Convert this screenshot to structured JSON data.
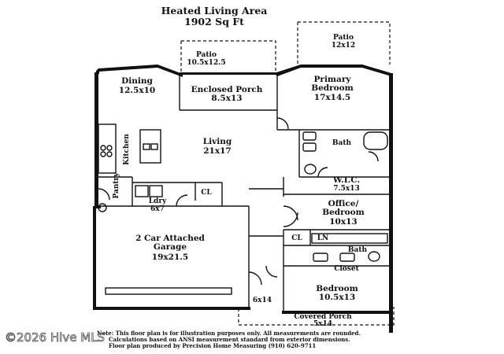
{
  "header": {
    "line1": "Heated Living Area",
    "line2": "1902 Sq Ft"
  },
  "rooms": {
    "patio_left": {
      "name": "Patio",
      "dim": "10.5x12.5"
    },
    "patio_right": {
      "name": "Patio",
      "dim": "12x12"
    },
    "dining": {
      "name": "Dining",
      "dim": "12.5x10"
    },
    "enclosed_porch": {
      "name": "Enclosed Porch",
      "dim": "8.5x13"
    },
    "primary_bedroom": {
      "name1": "Primary",
      "name2": "Bedroom",
      "dim": "17x14.5"
    },
    "living": {
      "name": "Living",
      "dim": "21x17"
    },
    "kitchen": {
      "name": "Kitchen"
    },
    "pantry": {
      "name": "Pantry"
    },
    "bath_primary": {
      "name": "Bath"
    },
    "wic": {
      "name": "W.I.C.",
      "dim": "7.5x13"
    },
    "laundry": {
      "name": "Ldry",
      "dim": "6x7"
    },
    "closet_laundry": {
      "name": "CL"
    },
    "office": {
      "name1": "Office/",
      "name2": "Bedroom",
      "dim": "10x13"
    },
    "garage": {
      "name1": "2 Car Attached",
      "name2": "Garage",
      "dim": "19x21.5"
    },
    "closet_hall": {
      "name": "CL"
    },
    "linen": {
      "name": "LN"
    },
    "bath_second": {
      "name": "Bath"
    },
    "closet_bed": {
      "name": "Closet"
    },
    "bedroom": {
      "name": "Bedroom",
      "dim": "10.5x13"
    },
    "front_porch": {
      "dim": "6x14"
    },
    "covered_porch": {
      "name": "Covered Porch",
      "dim": "5x14"
    }
  },
  "footer": {
    "line1": "Note: This floor plan is for illustration purposes only. All measurements are rounded.",
    "line2": "Calculations based on ANSI measurement standard from exterior dimensions.",
    "line3": "Floor plan produced by Precision Home Measuring (910) 620-9711"
  },
  "watermark": "©2026 Hive MLS"
}
